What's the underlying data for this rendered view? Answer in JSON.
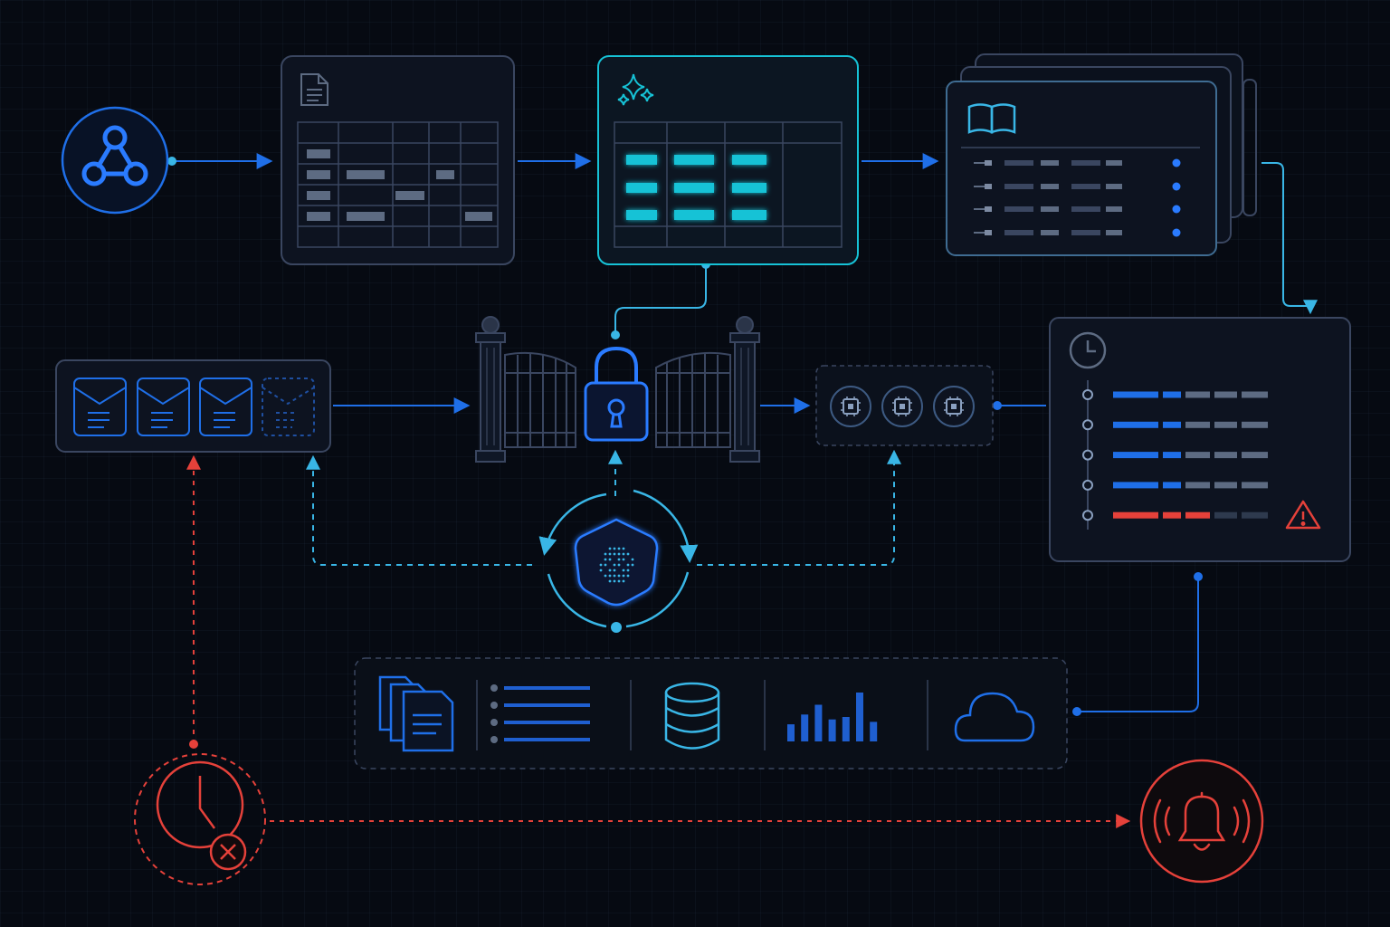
{
  "theme": {
    "background": "#060a12",
    "panel": "#0d1320",
    "panel_stroke": "#3a4660",
    "blue": "#1f6fe8",
    "bright_blue": "#2a7bff",
    "cyan": "#16c2d6",
    "sky": "#39b6e6",
    "grey": "#5d6b82",
    "red": "#e5413a"
  },
  "nodes": [
    {
      "id": "webhook",
      "icon": "webhook-icon"
    },
    {
      "id": "raw-table",
      "icon": "document-icon"
    },
    {
      "id": "enriched-table",
      "icon": "sparkles-icon"
    },
    {
      "id": "catalog-stack",
      "icon": "open-book-icon"
    },
    {
      "id": "message-queue",
      "icon": "envelope-icon"
    },
    {
      "id": "security-gate",
      "icon": "padlock-icon"
    },
    {
      "id": "processor-chips",
      "icon": "chip-icon"
    },
    {
      "id": "orchestrator",
      "icon": "fingerprint-icon"
    },
    {
      "id": "event-log",
      "icon": "clock-icon"
    },
    {
      "id": "warning",
      "icon": "warning-icon"
    },
    {
      "id": "storage-bar",
      "icons": [
        "documents-icon",
        "list-icon",
        "database-icon",
        "bar-chart-icon",
        "cloud-icon"
      ]
    },
    {
      "id": "timeout-error",
      "icon": "clock-error-icon"
    },
    {
      "id": "alert",
      "icon": "bell-icon"
    }
  ],
  "edges": [
    {
      "from": "webhook",
      "to": "raw-table",
      "style": "solid"
    },
    {
      "from": "raw-table",
      "to": "enriched-table",
      "style": "solid"
    },
    {
      "from": "enriched-table",
      "to": "catalog-stack",
      "style": "solid"
    },
    {
      "from": "catalog-stack",
      "to": "event-log",
      "style": "solid"
    },
    {
      "from": "enriched-table",
      "to": "security-gate",
      "style": "solid"
    },
    {
      "from": "message-queue",
      "to": "security-gate",
      "style": "solid"
    },
    {
      "from": "security-gate",
      "to": "processor-chips",
      "style": "solid"
    },
    {
      "from": "processor-chips",
      "to": "event-log",
      "style": "solid"
    },
    {
      "from": "orchestrator",
      "to": "security-gate",
      "style": "dashed"
    },
    {
      "from": "orchestrator",
      "to": "message-queue",
      "style": "dashed"
    },
    {
      "from": "orchestrator",
      "to": "processor-chips",
      "style": "dashed"
    },
    {
      "from": "event-log",
      "to": "storage-bar",
      "style": "solid"
    },
    {
      "from": "timeout-error",
      "to": "message-queue",
      "style": "dashed-red"
    },
    {
      "from": "timeout-error",
      "to": "alert",
      "style": "dashed-red"
    }
  ],
  "event_log_levels": [
    "ok",
    "ok",
    "ok",
    "ok",
    "error"
  ],
  "bar_chart_levels": [
    0.35,
    0.55,
    0.75,
    0.45,
    0.5,
    1.0,
    0.4
  ]
}
